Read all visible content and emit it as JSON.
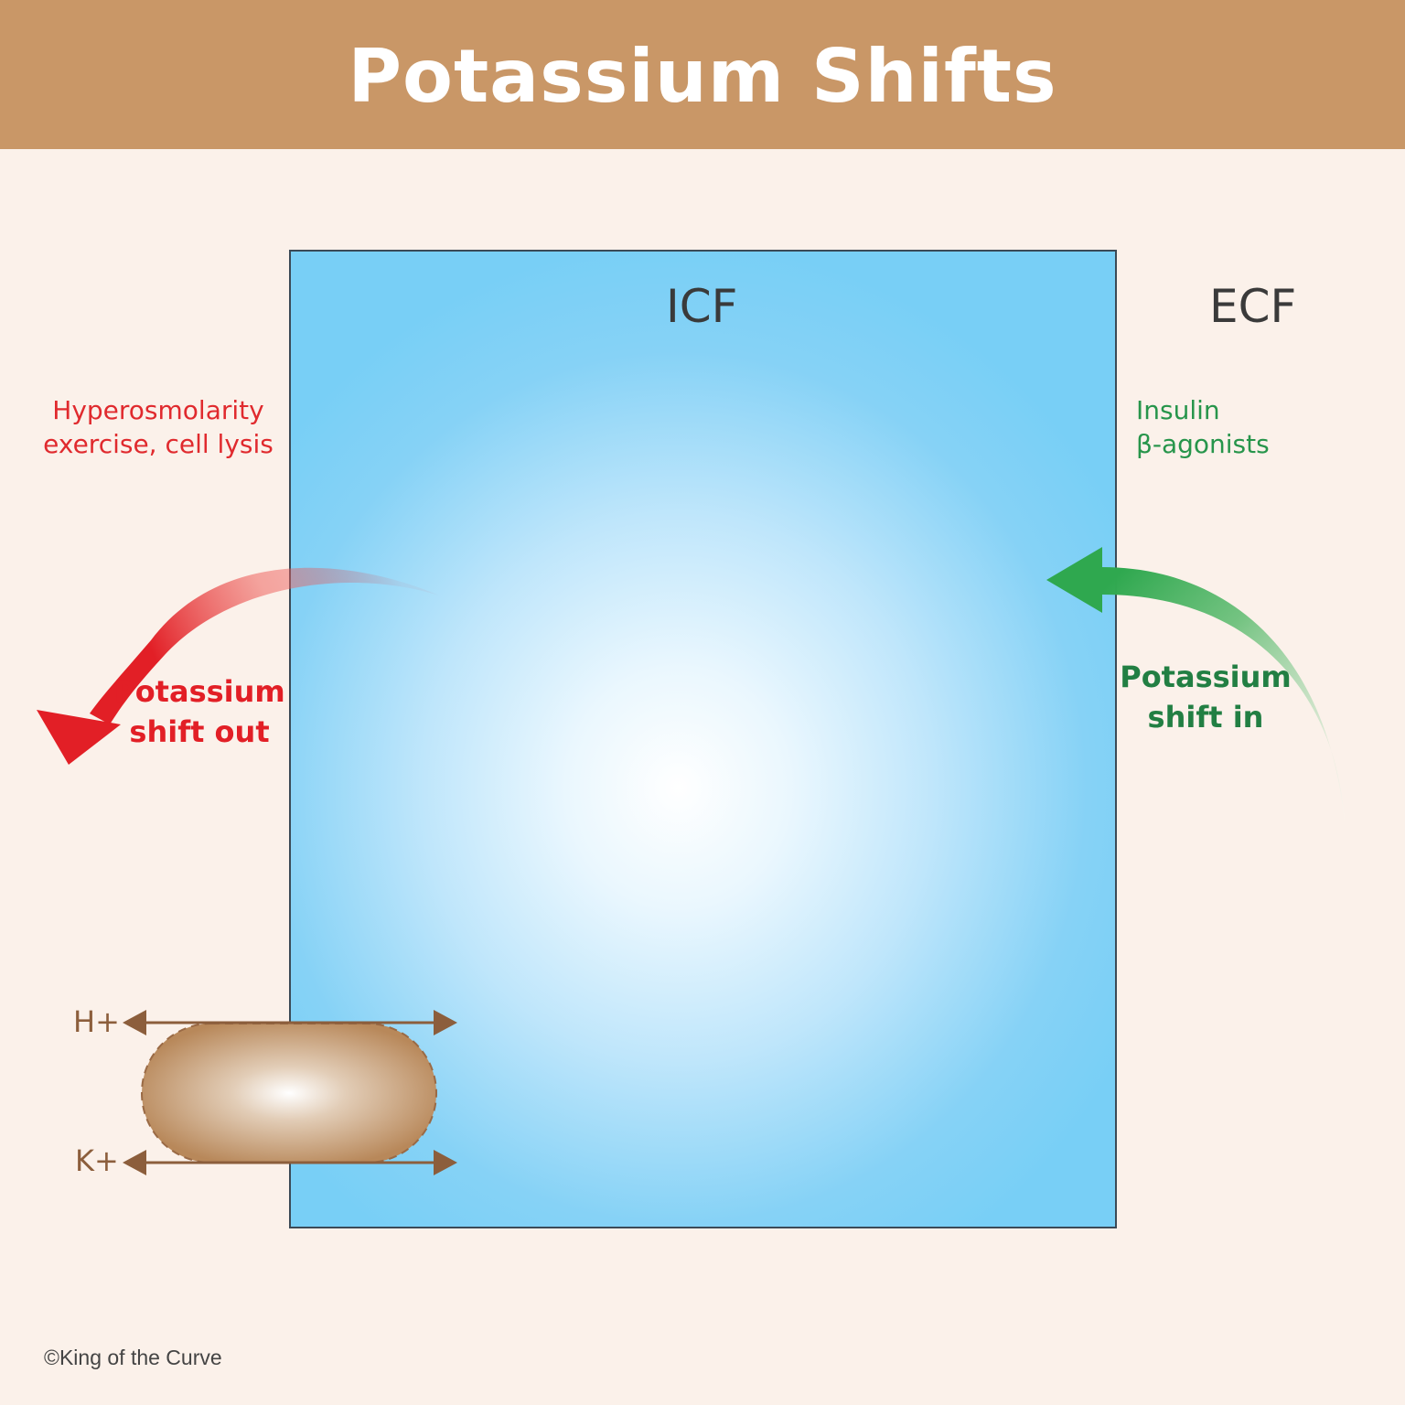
{
  "title": "Potassium Shifts",
  "compartments": {
    "icf": "ICF",
    "ecf": "ECF"
  },
  "shift_out": {
    "causes": "Hyperosmolarity exercise, cell lysis",
    "label": "Potassium shift out",
    "color": "#e21f26"
  },
  "shift_in": {
    "causes_line1": "Insulin",
    "causes_line2": "β-agonists",
    "label": "Potassium shift in",
    "color": "#27954b"
  },
  "exchanger": {
    "ion_top": "H+",
    "ion_bottom": "K+"
  },
  "copyright": "©King of the Curve"
}
